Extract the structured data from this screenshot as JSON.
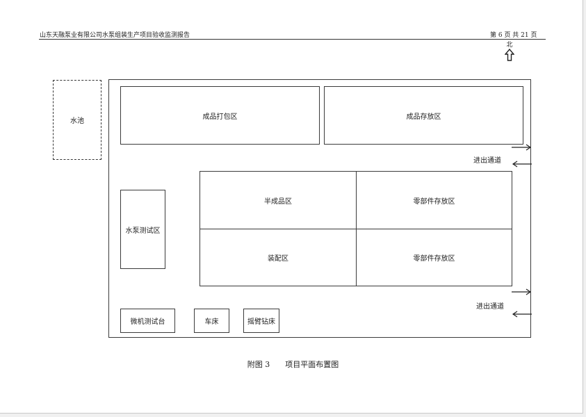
{
  "header": {
    "title": "山东天融泵业有限公司水泵组装生产项目验收监测报告",
    "page_info": "第 6 页 共 21 页"
  },
  "compass": {
    "label": "北"
  },
  "plan": {
    "pool": "水池",
    "finished_packing": "成品打包区",
    "finished_storage": "成品存放区",
    "pump_test": "水泵测试区",
    "semi_finished": "半成品区",
    "parts_storage_1": "零部件存放区",
    "assembly": "装配区",
    "parts_storage_2": "零部件存放区",
    "micro_test_bench": "微机测试台",
    "lathe": "车床",
    "radial_drill": "摇臂钻床",
    "gate_top": "进出通道",
    "gate_bottom": "进出通道"
  },
  "caption": {
    "figure_no": "附图 3",
    "title": "项目平面布置图"
  }
}
